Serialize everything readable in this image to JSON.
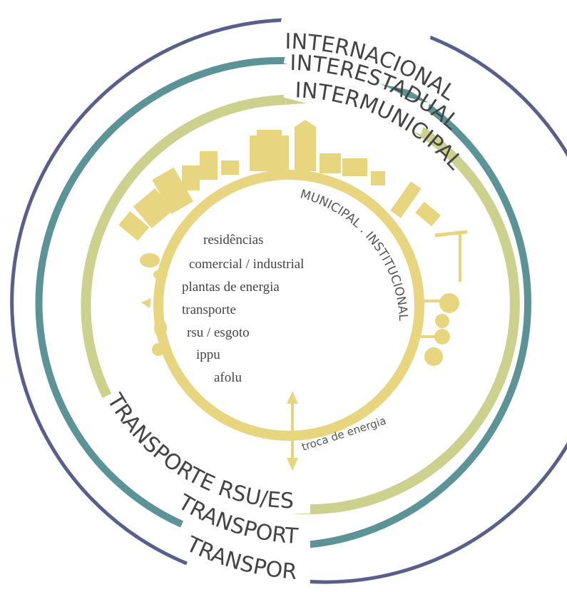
{
  "colors": {
    "outer_ring": "#5a5e8a",
    "middle_ring": "#5c9396",
    "inner_ring": "#cdd18e",
    "core_ring": "#e8d57f",
    "text_dark": "#444444"
  },
  "rings": {
    "outer_top": "INTERNACIONAL",
    "middle_top": "INTERESTADUAL",
    "inner_top": "INTERMUNICIPAL",
    "core_label": "MUNICIPAL . INSTITUCIONAL",
    "outer_bottom": "TRANSPORTE",
    "middle_bottom": "TRANSPORTE",
    "inner_bottom": "TRANSPORTE RSU/ESGOTO"
  },
  "sectors": [
    "residências",
    "comercial / industrial",
    "plantas de energia",
    "transporte",
    "rsu / esgoto",
    "ippu",
    "afolu"
  ],
  "energy_exchange": "troca de energia",
  "icons": {
    "skyline": "city-skyline-icon",
    "arrow": "double-arrow-icon"
  }
}
